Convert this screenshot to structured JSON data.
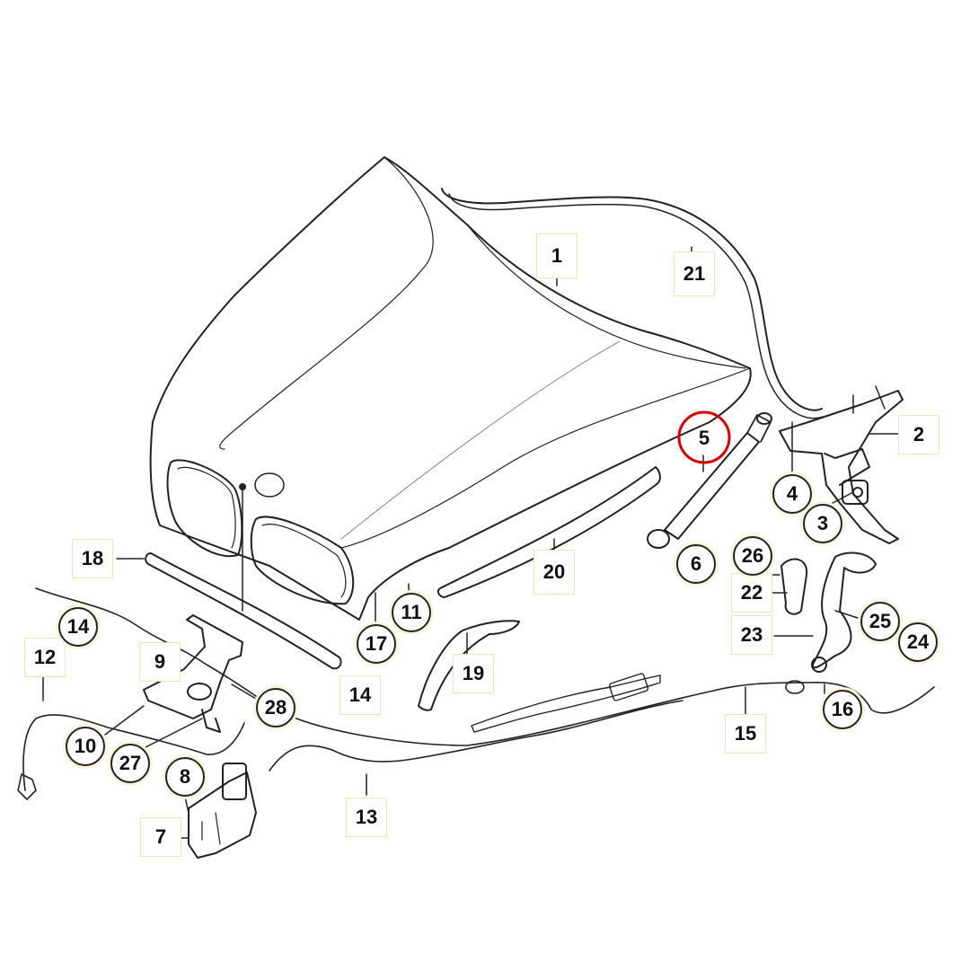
{
  "diagram": {
    "highlight_color": "#d40000",
    "line_color": "#222222",
    "label_box_color": "#f1e4bd",
    "labels": {
      "p1": "1",
      "p2": "2",
      "p3": "3",
      "p4": "4",
      "p5": "5",
      "p6": "6",
      "p7": "7",
      "p8": "8",
      "p9": "9",
      "p10": "10",
      "p11": "11",
      "p12": "12",
      "p13": "13",
      "p14a": "14",
      "p14b": "14",
      "p15": "15",
      "p16": "16",
      "p17": "17",
      "p18": "18",
      "p19": "19",
      "p20": "20",
      "p21": "21",
      "p22": "22",
      "p23": "23",
      "p24": "24",
      "p25": "25",
      "p26": "26",
      "p27": "27",
      "p28": "28"
    }
  }
}
